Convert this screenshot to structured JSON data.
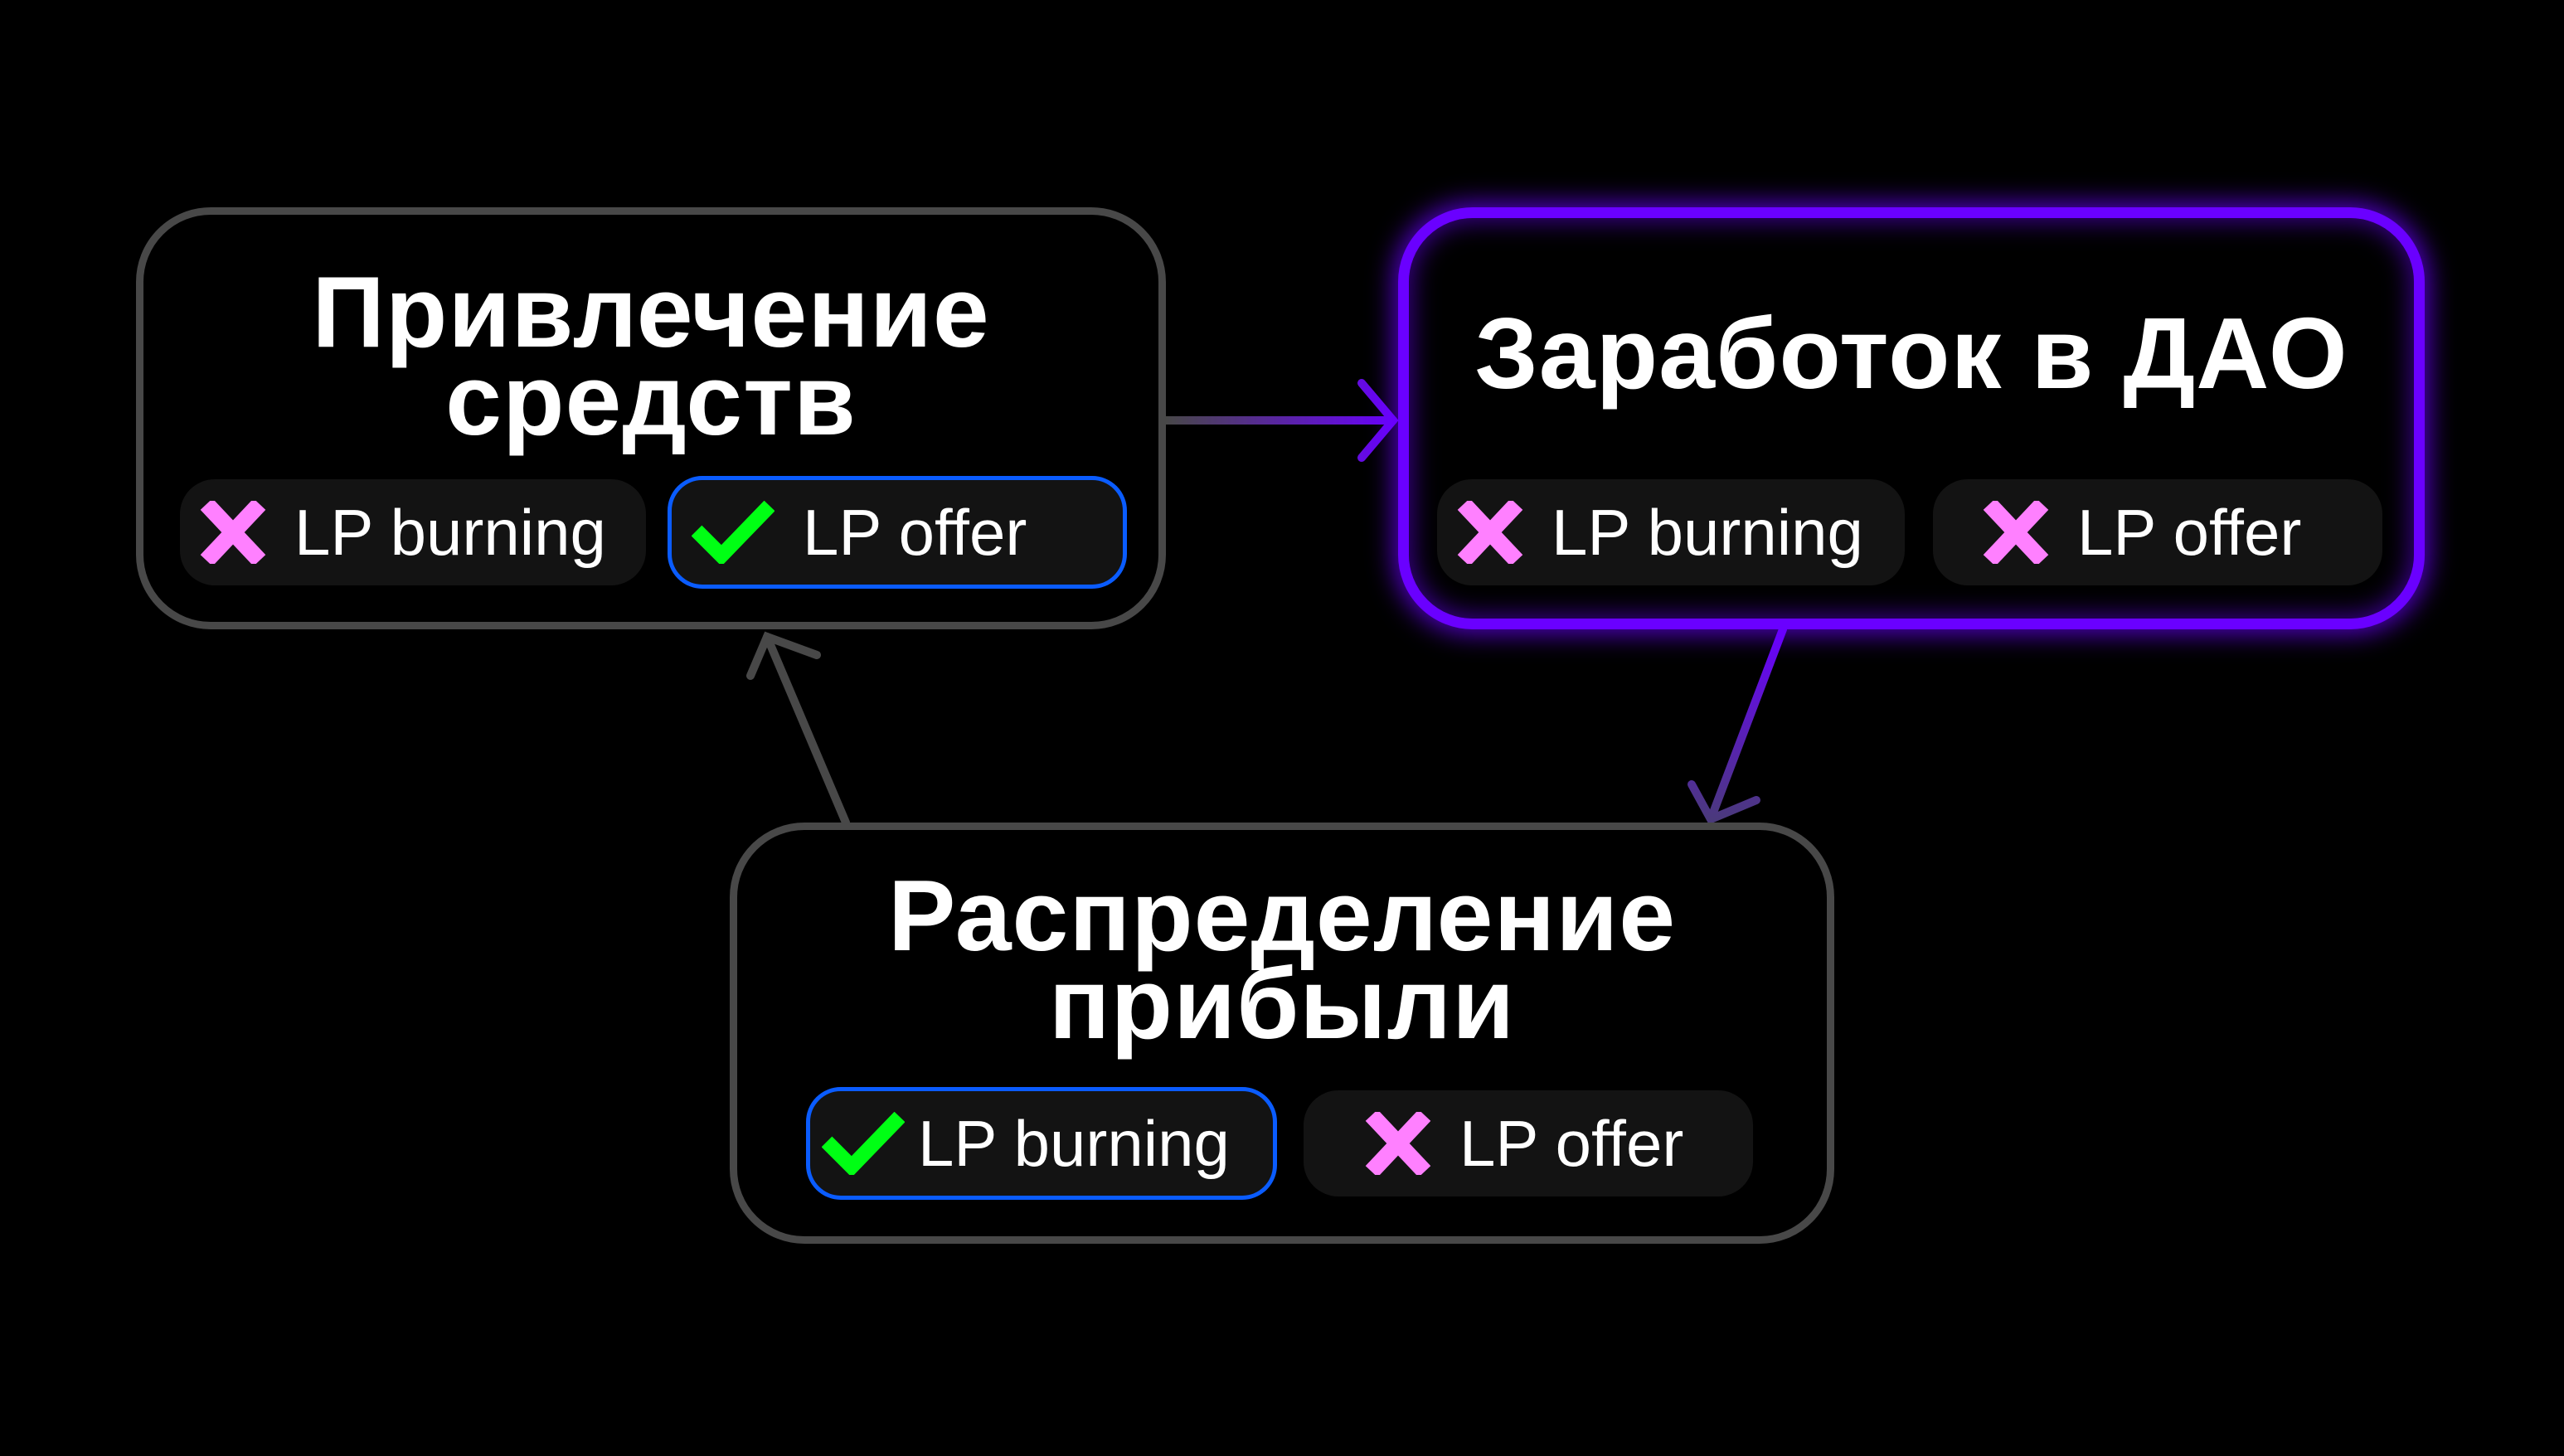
{
  "nodes": [
    {
      "title_line1": "Привлечение",
      "title_line2": "средств",
      "tags": [
        {
          "label": "LP burning",
          "status": "cross-icon"
        },
        {
          "label": "LP offer",
          "status": "check-icon"
        }
      ]
    },
    {
      "title_line1": "Заработок в ДАО",
      "tags": [
        {
          "label": "LP burning",
          "status": "cross-icon"
        },
        {
          "label": "LP offer",
          "status": "cross-icon"
        }
      ]
    },
    {
      "title_line1": "Распределение",
      "title_line2": "прибыли",
      "tags": [
        {
          "label": "LP burning",
          "status": "check-icon"
        },
        {
          "label": "LP offer",
          "status": "cross-icon"
        }
      ]
    }
  ],
  "colors": {
    "active": "#6a00ff",
    "inactive": "#484848",
    "check": "#00ff14",
    "cross": "#ff80ff",
    "selected_border": "#0a5cff"
  }
}
